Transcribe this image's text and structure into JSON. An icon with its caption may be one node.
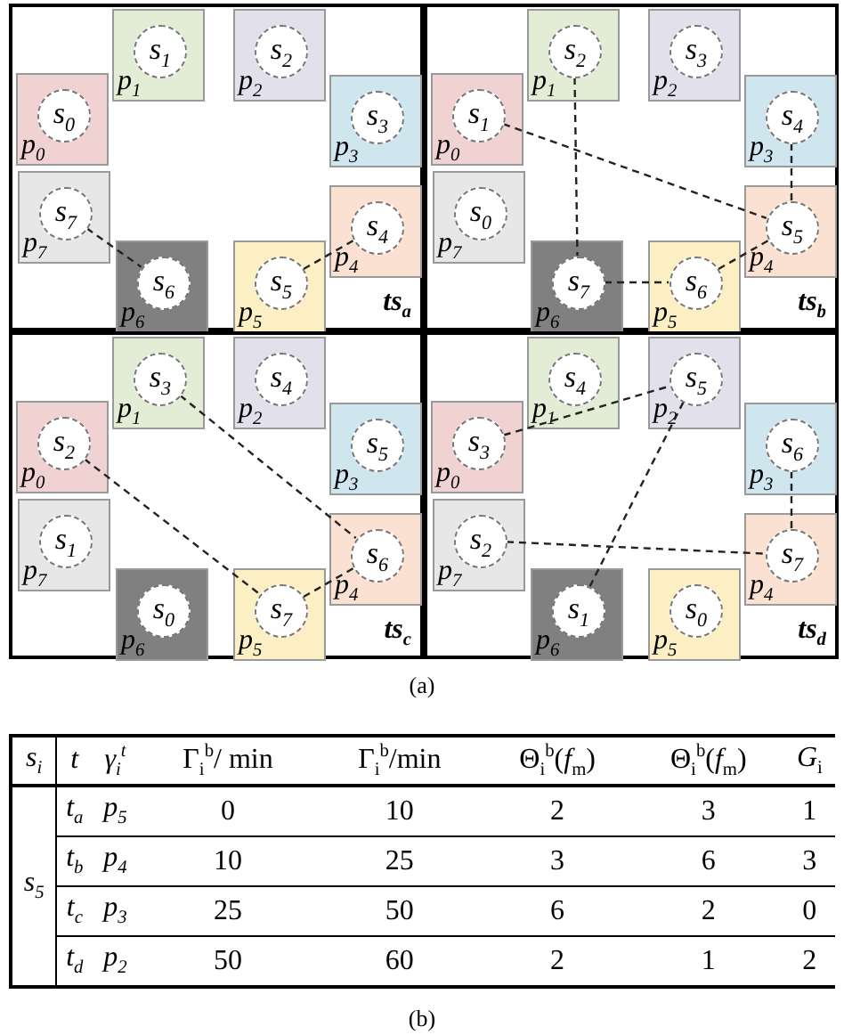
{
  "diagram": {
    "nodes": [
      {
        "text": [
          "ts$_{a}$"
        ]
      },
      {
        "text": [
          "p$_{0}$"
        ],
        "in": 0
      },
      {
        "text": [
          "s$_{0}$"
        ],
        "in": 1
      },
      {
        "text": [
          "p$_{1}$"
        ],
        "in": 0
      },
      {
        "text": [
          "s$_{1}$"
        ],
        "in": 3
      },
      {
        "text": [
          "p$_{2}$"
        ],
        "in": 0
      },
      {
        "text": [
          "s$_{2}$"
        ],
        "in": 5
      },
      {
        "text": [
          "p$_{3}$"
        ],
        "in": 0
      },
      {
        "text": [
          "s$_{3}$"
        ],
        "in": 7
      },
      {
        "text": [
          "p$_{4}$"
        ],
        "in": 0
      },
      {
        "text": [
          "s$_{4}$"
        ],
        "in": 9
      },
      {
        "text": [
          "p$_{5}$"
        ],
        "in": 0
      },
      {
        "text": [
          "s$_{5}$"
        ],
        "in": 11
      },
      {
        "text": [
          "p$_{6}$"
        ],
        "in": 0
      },
      {
        "text": [
          "s$_{6}$"
        ],
        "in": 13
      },
      {
        "text": [
          "p$_{7}$"
        ],
        "in": 0
      },
      {
        "text": [
          "s$_{7}$"
        ],
        "in": 15
      },
      {
        "text": [
          "ts$_{b}$"
        ]
      },
      {
        "text": [
          "p$_{0}$"
        ],
        "in": 17
      },
      {
        "text": [
          "s$_{1}$"
        ],
        "in": 18
      },
      {
        "text": [
          "p$_{1}$"
        ],
        "in": 17
      },
      {
        "text": [
          "s$_{2}$"
        ],
        "in": 20
      },
      {
        "text": [
          "p$_{2}$"
        ],
        "in": 17
      },
      {
        "text": [
          "s$_{3}$"
        ],
        "in": 22
      },
      {
        "text": [
          "p$_{3}$"
        ],
        "in": 17
      },
      {
        "text": [
          "s$_{4}$"
        ],
        "in": 24
      },
      {
        "text": [
          "p$_{4}$"
        ],
        "in": 17
      },
      {
        "text": [
          "s$_{5}$"
        ],
        "in": 26
      },
      {
        "text": [
          "p$_{5}$"
        ],
        "in": 17
      },
      {
        "text": [
          "s$_{6}$"
        ],
        "in": 28
      },
      {
        "text": [
          "p$_{6}$"
        ],
        "in": 17
      },
      {
        "text": [
          "s$_{7}$"
        ],
        "in": 30
      },
      {
        "text": [
          "p$_{7}$"
        ],
        "in": 17
      },
      {
        "text": [
          "s$_{0}$"
        ],
        "in": 32
      },
      {
        "text": [
          "ts$_{c}$"
        ]
      },
      {
        "text": [
          "p$_{0}$"
        ],
        "in": 34
      },
      {
        "text": [
          "s$_{2}$"
        ],
        "in": 35
      },
      {
        "text": [
          "p$_{1}$"
        ],
        "in": 34
      },
      {
        "text": [
          "s$_{3}$"
        ],
        "in": 37
      },
      {
        "text": [
          "p$_{2}$"
        ],
        "in": 34
      },
      {
        "text": [
          "s$_{4}$"
        ],
        "in": 39
      },
      {
        "text": [
          "p$_{3}$"
        ],
        "in": 34
      },
      {
        "text": [
          "s$_{5}$"
        ],
        "in": 41
      },
      {
        "text": [
          "p$_{4}$"
        ],
        "in": 34
      },
      {
        "text": [
          "s$_{6}$"
        ],
        "in": 43
      },
      {
        "text": [
          "p$_{5}$"
        ],
        "in": 34
      },
      {
        "text": [
          "s$_{7}$"
        ],
        "in": 45
      },
      {
        "text": [
          "p$_{6}$"
        ],
        "in": 34
      },
      {
        "text": [
          "s$_{0}$"
        ],
        "in": 47
      },
      {
        "text": [
          "p$_{7}$"
        ],
        "in": 34
      },
      {
        "text": [
          "s$_{1}$"
        ],
        "in": 49
      },
      {
        "text": [
          "ts$_{d}$"
        ]
      },
      {
        "text": [
          "p$_{0}$"
        ],
        "in": 51
      },
      {
        "text": [
          "s$_{3}$"
        ],
        "in": 52
      },
      {
        "text": [
          "p$_{1}$"
        ],
        "in": 51
      },
      {
        "text": [
          "s$_{4}$"
        ],
        "in": 54
      },
      {
        "text": [
          "p$_{2}$"
        ],
        "in": 51
      },
      {
        "text": [
          "s$_{5}$"
        ],
        "in": 56
      },
      {
        "text": [
          "p$_{3}$"
        ],
        "in": 51
      },
      {
        "text": [
          "s$_{6}$"
        ],
        "in": 58
      },
      {
        "text": [
          "p$_{4}$"
        ],
        "in": 51
      },
      {
        "text": [
          "s$_{7}$"
        ],
        "in": 60
      },
      {
        "text": [
          "p$_{5}$"
        ],
        "in": 51
      },
      {
        "text": [
          "s$_{0}$"
        ],
        "in": 62
      },
      {
        "text": [
          "p$_{6}$"
        ],
        "in": 51
      },
      {
        "text": [
          "s$_{1}$"
        ],
        "in": 64
      },
      {
        "text": [
          "p$_{7}$"
        ],
        "in": 51
      },
      {
        "text": [
          "s$_{2}$"
        ],
        "in": 66
      }
    ],
    "edges": [
      {
        "from": 16,
        "to": 14,
        "arrow": "none",
        "style": "dashed"
      },
      {
        "from": 12,
        "to": 10,
        "arrow": "none",
        "style": "dashed"
      },
      {
        "from": 19,
        "to": 27,
        "arrow": "none",
        "style": "dashed"
      },
      {
        "from": 21,
        "to": 31,
        "arrow": "none",
        "style": "dashed"
      },
      {
        "from": 25,
        "to": 27,
        "arrow": "none",
        "style": "dashed"
      },
      {
        "from": 31,
        "to": 29,
        "arrow": "none",
        "style": "dashed"
      },
      {
        "from": 29,
        "to": 27,
        "arrow": "none",
        "style": "dashed"
      },
      {
        "from": 38,
        "to": 44,
        "arrow": "none",
        "style": "dashed"
      },
      {
        "from": 36,
        "to": 46,
        "arrow": "none",
        "style": "dashed"
      },
      {
        "from": 46,
        "to": 44,
        "arrow": "none",
        "style": "dashed"
      },
      {
        "from": 53,
        "to": 57,
        "arrow": "none",
        "style": "dashed"
      },
      {
        "from": 57,
        "to": 65,
        "arrow": "none",
        "style": "dashed"
      },
      {
        "from": 67,
        "to": 61,
        "arrow": "none",
        "style": "dashed"
      },
      {
        "from": 59,
        "to": 61,
        "arrow": "none",
        "style": "dashed"
      }
    ],
    "labels": [
      "(a)",
      "s$_{i}$",
      "t",
      "γ$_{i}$$^{t}$",
      "Γ$_{i}$$^{b}$/ min",
      "Γ$_{i}$$^{b}$/min",
      "Θ$_{i}$$^{b}$(*f*$_{m}$)",
      "Θ$_{i}$$^{b}$(*f*$_{m}$)",
      "*G*$_{i}$",
      "s$_{5}$",
      "t$_{a}$",
      "p$_{5}$",
      "0",
      "10",
      "2",
      "3",
      "1",
      "t$_{b}$",
      "p$_{4}$",
      "10",
      "25",
      "3",
      "6",
      "3",
      "t$_{c}$",
      "p$_{3}$",
      "25",
      "50",
      "6",
      "2",
      "0",
      "t$_{d}$",
      "p$_{2}$",
      "50",
      "60",
      "2",
      "1",
      "2",
      "(b)"
    ]
  }
}
